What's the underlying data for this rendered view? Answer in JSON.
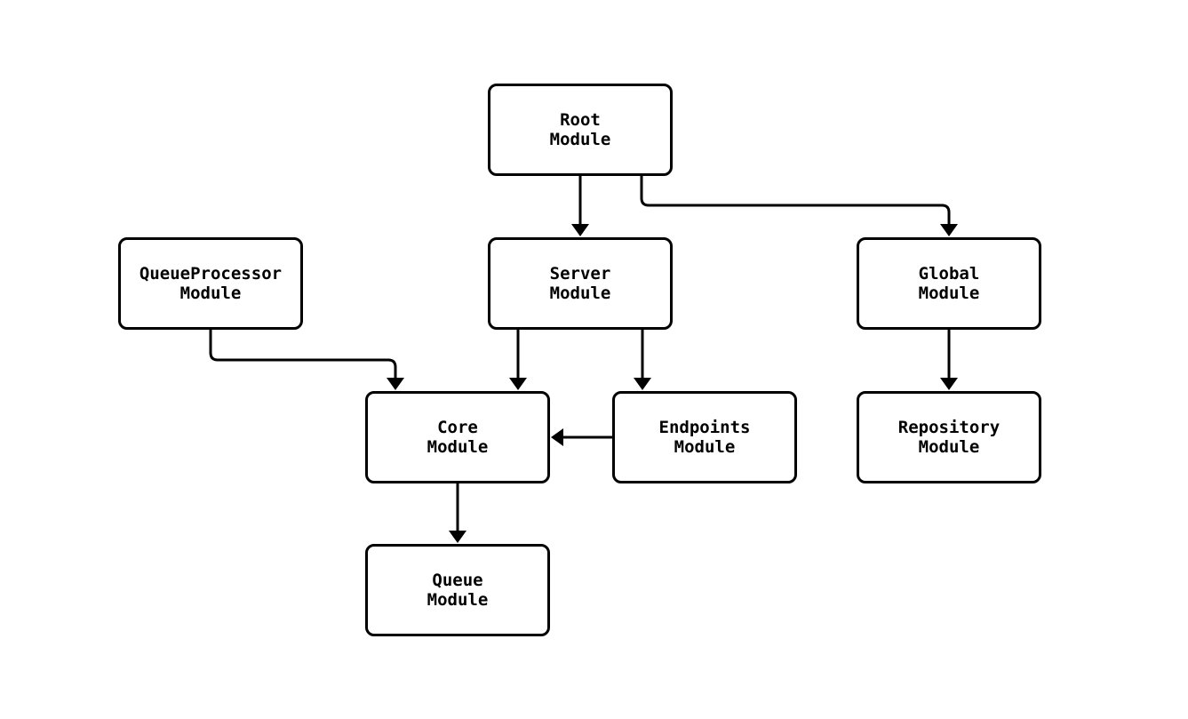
{
  "diagram": {
    "type": "module-dependency-flowchart",
    "background_color": "#ffffff",
    "node_fill_color": "#ffffff",
    "node_border_color": "#000000",
    "edge_color": "#000000",
    "text_color": "#000000",
    "nodes": [
      {
        "id": "root",
        "label": "Root\nModule"
      },
      {
        "id": "queueprocessor",
        "label": "QueueProcessor\nModule"
      },
      {
        "id": "server",
        "label": "Server\nModule"
      },
      {
        "id": "global",
        "label": "Global\nModule"
      },
      {
        "id": "core",
        "label": "Core\nModule"
      },
      {
        "id": "endpoints",
        "label": "Endpoints\nModule"
      },
      {
        "id": "repository",
        "label": "Repository\nModule"
      },
      {
        "id": "queue",
        "label": "Queue\nModule"
      }
    ],
    "edges": [
      {
        "from": "root",
        "to": "server"
      },
      {
        "from": "root",
        "to": "global"
      },
      {
        "from": "queueprocessor",
        "to": "core"
      },
      {
        "from": "server",
        "to": "core"
      },
      {
        "from": "server",
        "to": "endpoints"
      },
      {
        "from": "endpoints",
        "to": "core"
      },
      {
        "from": "global",
        "to": "repository"
      },
      {
        "from": "core",
        "to": "queue"
      }
    ]
  }
}
